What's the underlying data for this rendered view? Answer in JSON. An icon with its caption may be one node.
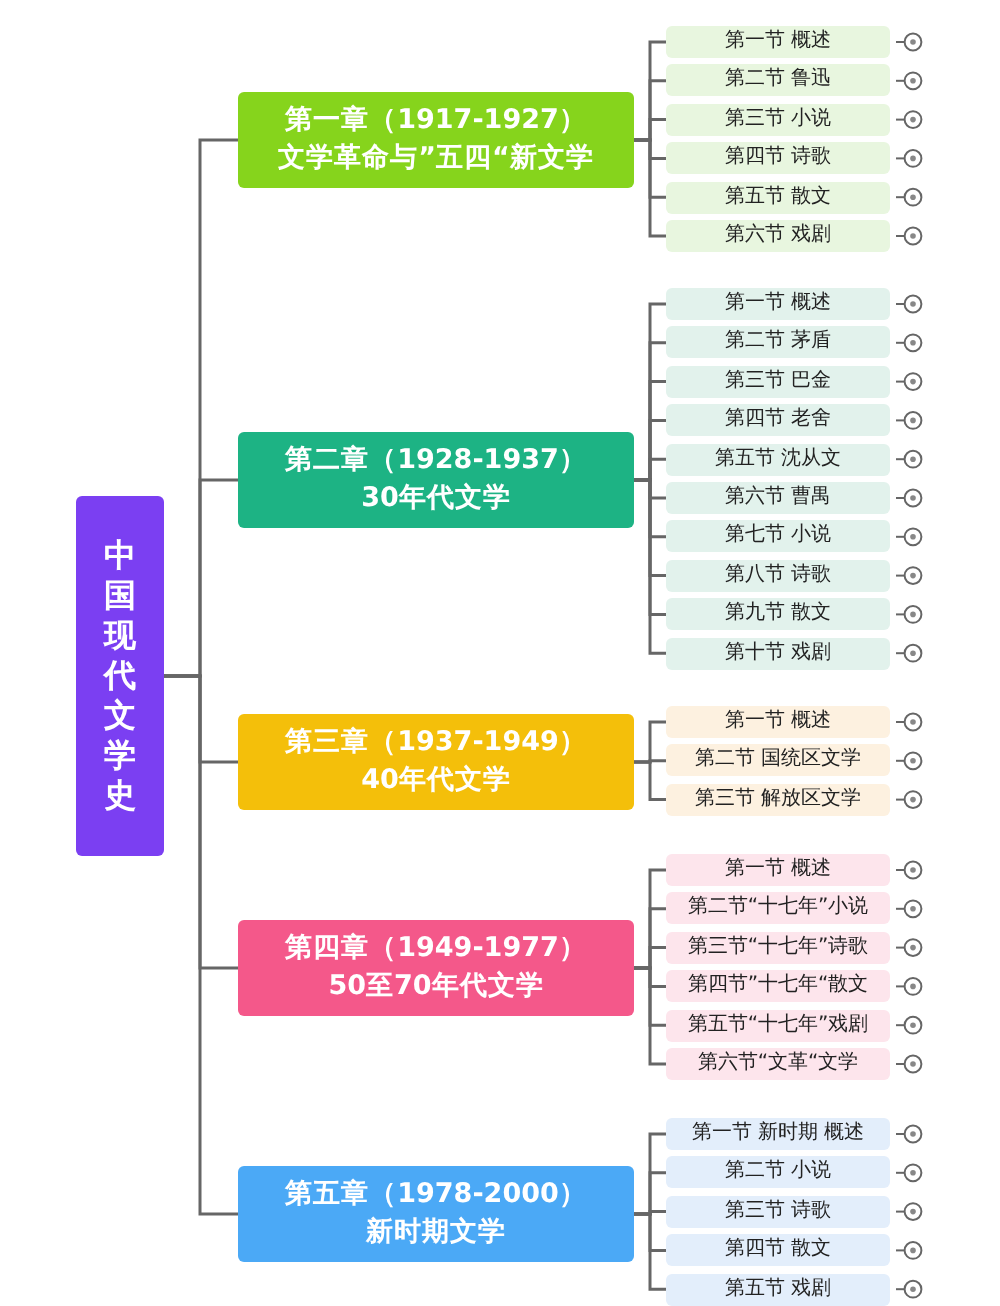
{
  "diagram": {
    "nodes": [
      {
        "text": [
          "中国现代文学史"
        ]
      },
      {
        "text": [
          "第一章（1917-1927）",
          "文学革命与”五四“新文学"
        ]
      },
      {
        "text": [
          "第一节 概述"
        ]
      },
      {
        "text": [
          "第二节 鲁迅"
        ]
      },
      {
        "text": [
          "第三节 小说"
        ]
      },
      {
        "text": [
          "第四节 诗歌"
        ]
      },
      {
        "text": [
          "第五节 散文"
        ]
      },
      {
        "text": [
          "第六节 戏剧"
        ]
      },
      {
        "text": [
          "第二章（1928-1937）",
          "30年代文学"
        ]
      },
      {
        "text": [
          "第一节 概述"
        ]
      },
      {
        "text": [
          "第二节 茅盾"
        ]
      },
      {
        "text": [
          "第三节 巴金"
        ]
      },
      {
        "text": [
          "第四节 老舍"
        ]
      },
      {
        "text": [
          "第五节 沈从文"
        ]
      },
      {
        "text": [
          "第六节 曹禺"
        ]
      },
      {
        "text": [
          "第七节 小说"
        ]
      },
      {
        "text": [
          "第八节 诗歌"
        ]
      },
      {
        "text": [
          "第九节 散文"
        ]
      },
      {
        "text": [
          "第十节 戏剧"
        ]
      },
      {
        "text": [
          "第三章（1937-1949）",
          "40年代文学"
        ]
      },
      {
        "text": [
          "第一节 概述"
        ]
      },
      {
        "text": [
          "第二节 国统区文学"
        ]
      },
      {
        "text": [
          "第三节 解放区文学"
        ]
      },
      {
        "text": [
          "第四章（1949-1977）",
          "50至70年代文学"
        ]
      },
      {
        "text": [
          "第一节 概述"
        ]
      },
      {
        "text": [
          "第二节“十七年”小说"
        ]
      },
      {
        "text": [
          "第三节“十七年”诗歌"
        ]
      },
      {
        "text": [
          "第四节”十七年“散文"
        ]
      },
      {
        "text": [
          "第五节“十七年”戏剧"
        ]
      },
      {
        "text": [
          "第六节“文革“文学"
        ]
      },
      {
        "text": [
          "第五章（1978-2000）",
          "新时期文学"
        ]
      },
      {
        "text": [
          "第一节 新时期 概述"
        ]
      },
      {
        "text": [
          "第二节 小说"
        ]
      },
      {
        "text": [
          "第三节 诗歌"
        ]
      },
      {
        "text": [
          "第四节 散文"
        ]
      },
      {
        "text": [
          "第五节 戏剧"
        ]
      }
    ],
    "edges": [
      {
        "from": 0,
        "to": 1,
        "arrow": "none"
      },
      {
        "from": 0,
        "to": 8,
        "arrow": "none"
      },
      {
        "from": 0,
        "to": 19,
        "arrow": "none"
      },
      {
        "from": 0,
        "to": 23,
        "arrow": "none"
      },
      {
        "from": 0,
        "to": 30,
        "arrow": "none"
      },
      {
        "from": 1,
        "to": 2,
        "arrow": "none"
      },
      {
        "from": 1,
        "to": 3,
        "arrow": "none"
      },
      {
        "from": 1,
        "to": 4,
        "arrow": "none"
      },
      {
        "from": 1,
        "to": 5,
        "arrow": "none"
      },
      {
        "from": 1,
        "to": 6,
        "arrow": "none"
      },
      {
        "from": 1,
        "to": 7,
        "arrow": "none"
      },
      {
        "from": 8,
        "to": 9,
        "arrow": "none"
      },
      {
        "from": 8,
        "to": 10,
        "arrow": "none"
      },
      {
        "from": 8,
        "to": 11,
        "arrow": "none"
      },
      {
        "from": 8,
        "to": 12,
        "arrow": "none"
      },
      {
        "from": 8,
        "to": 13,
        "arrow": "none"
      },
      {
        "from": 8,
        "to": 14,
        "arrow": "none"
      },
      {
        "from": 8,
        "to": 15,
        "arrow": "none"
      },
      {
        "from": 8,
        "to": 16,
        "arrow": "none"
      },
      {
        "from": 8,
        "to": 17,
        "arrow": "none"
      },
      {
        "from": 8,
        "to": 18,
        "arrow": "none"
      },
      {
        "from": 19,
        "to": 20,
        "arrow": "none"
      },
      {
        "from": 19,
        "to": 21,
        "arrow": "none"
      },
      {
        "from": 19,
        "to": 22,
        "arrow": "none"
      },
      {
        "from": 23,
        "to": 24,
        "arrow": "none"
      },
      {
        "from": 23,
        "to": 25,
        "arrow": "none"
      },
      {
        "from": 23,
        "to": 26,
        "arrow": "none"
      },
      {
        "from": 23,
        "to": 27,
        "arrow": "none"
      },
      {
        "from": 23,
        "to": 28,
        "arrow": "none"
      },
      {
        "from": 23,
        "to": 29,
        "arrow": "none"
      },
      {
        "from": 30,
        "to": 31,
        "arrow": "none"
      },
      {
        "from": 30,
        "to": 32,
        "arrow": "none"
      },
      {
        "from": 30,
        "to": 33,
        "arrow": "none"
      },
      {
        "from": 30,
        "to": 34,
        "arrow": "none"
      },
      {
        "from": 30,
        "to": 35,
        "arrow": "none"
      }
    ]
  }
}
